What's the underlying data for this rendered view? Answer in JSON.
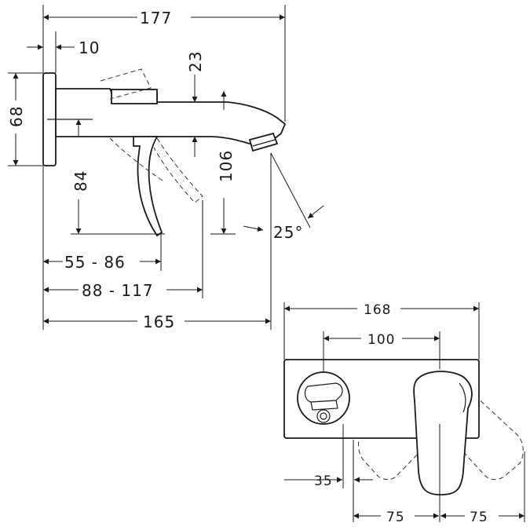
{
  "side_view": {
    "dim_177": "177",
    "dim_10": "10",
    "dim_23": "23",
    "dim_68": "68",
    "dim_84": "84",
    "dim_106": "106",
    "dim_25deg": "25°",
    "dim_55_86": "55 - 86",
    "dim_88_117": "88 - 117",
    "dim_165": "165"
  },
  "front_view": {
    "dim_168": "168",
    "dim_100": "100",
    "dim_35": "35",
    "dim_75_left": "75",
    "dim_75_right": "75"
  },
  "colors": {
    "line": "#1a1a1a",
    "background": "#ffffff"
  }
}
